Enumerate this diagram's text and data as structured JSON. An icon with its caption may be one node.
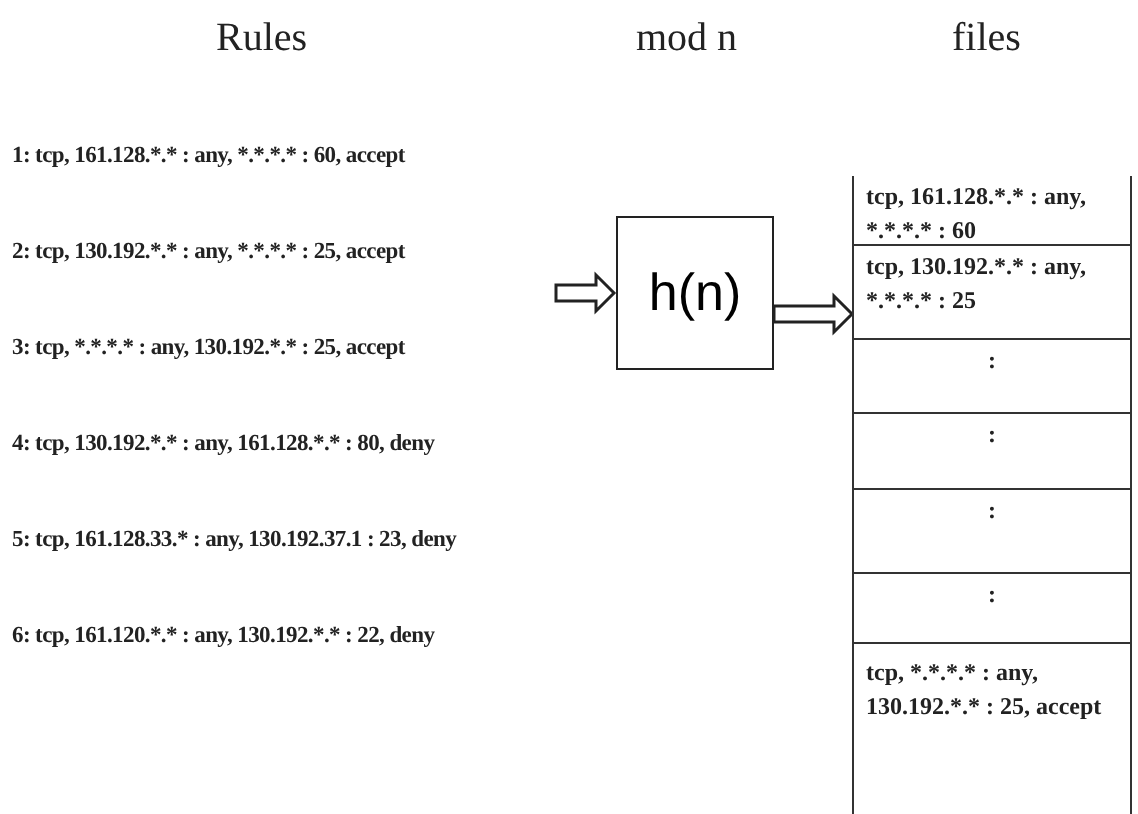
{
  "diagram": {
    "nodes": [
      {
        "text": [
          "h(n)"
        ]
      },
      {
        "text": [
          "files"
        ]
      },
      {
        "text": [
          "tcp, 161.128.*.* : any, *.*.*.* : 60"
        ],
        "in": 1
      },
      {
        "text": [
          "tcp, 130.192.*.* : any, *.*.*.* : 25"
        ],
        "in": 1
      },
      {
        "text": [
          ":"
        ],
        "in": 1
      },
      {
        "text": [
          ":"
        ],
        "in": 1
      },
      {
        "text": [
          ":"
        ],
        "in": 1
      },
      {
        "text": [
          ":"
        ],
        "in": 1
      },
      {
        "text": [
          "tcp, *.*.*.* : any, 130.192.*.* : 25, accept"
        ],
        "in": 1
      }
    ],
    "edges": [
      {
        "from": null,
        "to": 0,
        "arrow": "to"
      },
      {
        "from": 0,
        "to": 1,
        "arrow": "to"
      }
    ],
    "labels": [
      "Rules",
      "mod n",
      "1: tcp, 161.128.*.* : any, *.*.*.* : 60, accept",
      "2: tcp, 130.192.*.* : any, *.*.*.* : 25, accept",
      "3: tcp, *.*.*.* : any, 130.192.*.* : 25, accept",
      "4: tcp, 130.192.*.* : any, 161.128.*.* : 80, deny",
      "5: tcp, 161.128.33.* : any, 130.192.37.1 : 23, deny",
      "6: tcp, 161.120.*.* : any, 130.192.*.* : 22, deny"
    ]
  }
}
